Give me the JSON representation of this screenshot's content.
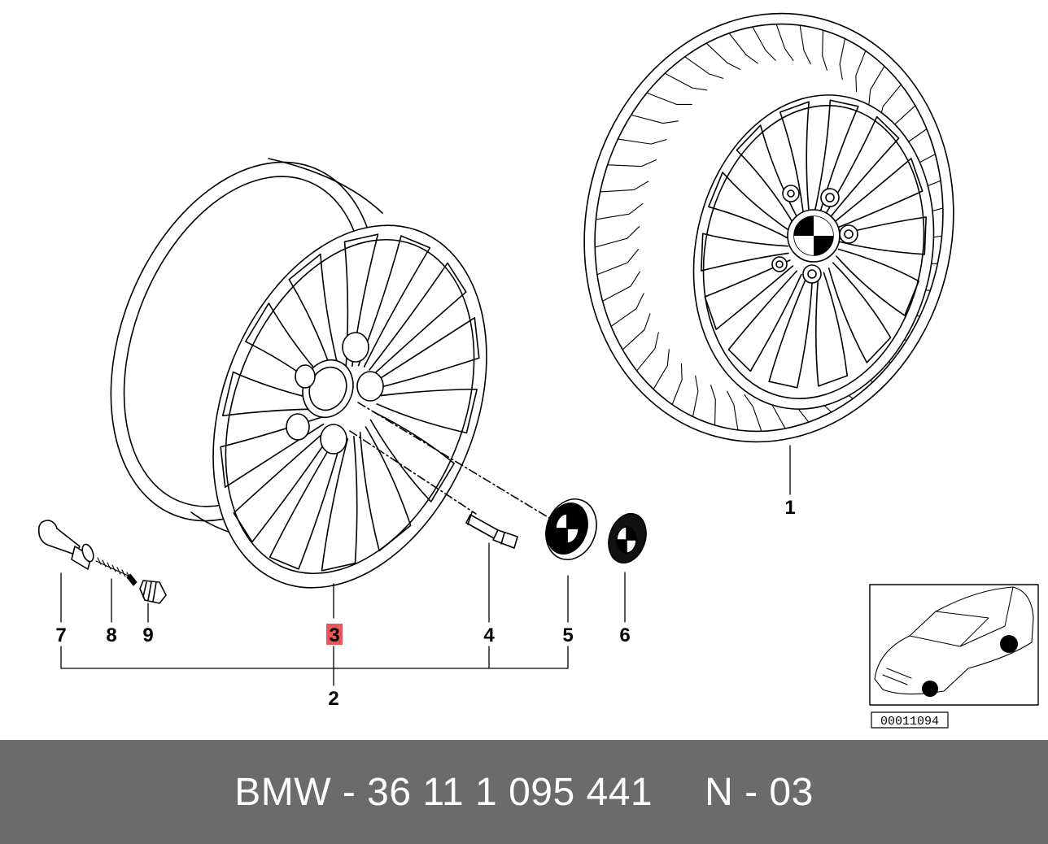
{
  "diagram": {
    "callouts": [
      {
        "id": "1",
        "label": "1"
      },
      {
        "id": "2",
        "label": "2"
      },
      {
        "id": "3",
        "label": "3",
        "highlighted": true
      },
      {
        "id": "4",
        "label": "4"
      },
      {
        "id": "5",
        "label": "5"
      },
      {
        "id": "6",
        "label": "6"
      },
      {
        "id": "7",
        "label": "7"
      },
      {
        "id": "8",
        "label": "8"
      },
      {
        "id": "9",
        "label": "9"
      }
    ],
    "highlight_color": "#e8555a",
    "inset_code": "00011094"
  },
  "footer": {
    "part_number": "BMW - 36 11 1 095 441",
    "position": "N - 03",
    "background": "#6b6b6b"
  }
}
